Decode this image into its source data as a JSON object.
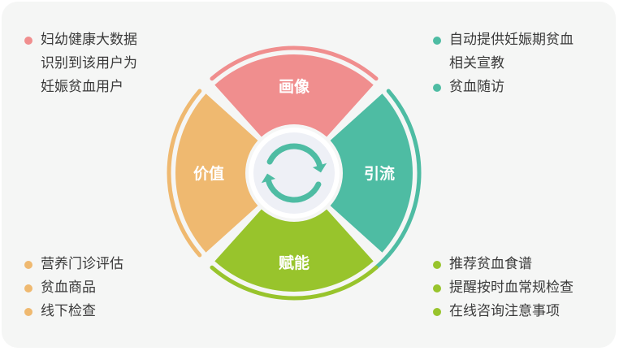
{
  "colors": {
    "pink": "#f08e8e",
    "teal": "#4ebca3",
    "green": "#98c42c",
    "orange": "#efb970",
    "text": "#3a3a3a",
    "center_bg": "#eef0f6",
    "arrow": "#4ebca3"
  },
  "segments": {
    "top": {
      "label": "画像"
    },
    "right": {
      "label": "引流"
    },
    "bottom": {
      "label": "赋能"
    },
    "left": {
      "label": "价值"
    }
  },
  "notes": {
    "top_left": {
      "lines": [
        "妇幼健康大数据",
        "识别到该用户为",
        "妊娠贫血用户"
      ]
    },
    "top_right": {
      "items": [
        {
          "lines": [
            "自动提供妊娠期贫血",
            "相关宣教"
          ]
        },
        {
          "lines": [
            "贫血随访"
          ]
        }
      ]
    },
    "bottom_left": {
      "items": [
        "营养门诊评估",
        "贫血商品",
        "线下检查"
      ]
    },
    "bottom_right": {
      "items": [
        "推荐贫血食谱",
        "提醒按时血常规检查",
        "在线咨询注意事项"
      ]
    }
  },
  "center_icon": "cycle-arrows-icon"
}
